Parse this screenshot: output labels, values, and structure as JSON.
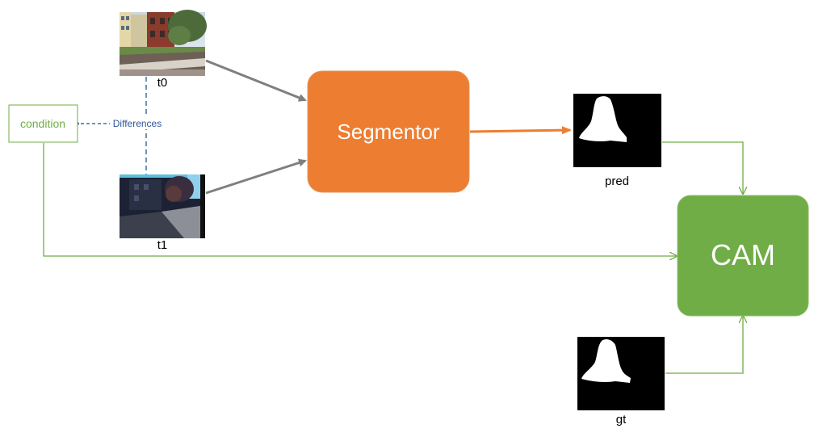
{
  "images": {
    "t0": {
      "label": "t0",
      "content": "street scene photo"
    },
    "t1": {
      "label": "t1",
      "content": "darker street scene photo"
    },
    "pred": {
      "label": "pred",
      "content": "binary mask"
    },
    "gt": {
      "label": "gt",
      "content": "binary mask"
    }
  },
  "nodes": {
    "condition": {
      "label": "condition"
    },
    "segmentor": {
      "label": "Segmentor"
    },
    "cam": {
      "label": "CAM"
    }
  },
  "edges": {
    "differences": {
      "label": "Differences"
    }
  },
  "colors": {
    "orange": "#ED7D31",
    "green": "#70AD47",
    "gray": "#7F7F7F",
    "blue": "#41719C"
  }
}
